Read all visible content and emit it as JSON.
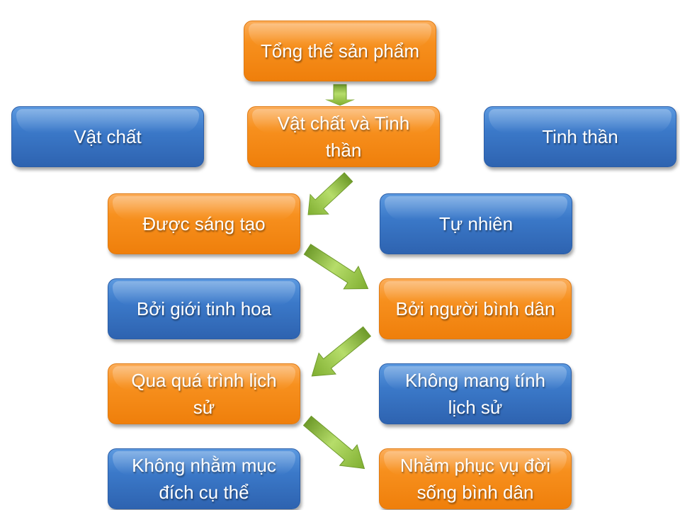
{
  "diagram": {
    "colors": {
      "orange": "#f7901e",
      "blue": "#3b79c9",
      "arrow_green": "#8cbf3a",
      "background": "#ffffff"
    },
    "nodes": [
      {
        "id": "tong-the",
        "label": "Tổng thể sản phẩm",
        "color": "orange"
      },
      {
        "id": "vat-chat-va-tinh-than",
        "label": "Vật chất và Tinh thần",
        "color": "orange"
      },
      {
        "id": "vat-chat",
        "label": "Vật chất",
        "color": "blue"
      },
      {
        "id": "tinh-than",
        "label": "Tinh thần",
        "color": "blue"
      },
      {
        "id": "duoc-sang-tao",
        "label": "Được sáng tạo",
        "color": "orange"
      },
      {
        "id": "tu-nhien",
        "label": "Tự nhiên",
        "color": "blue"
      },
      {
        "id": "boi-gioi-tinh-hoa",
        "label": "Bởi giới tinh hoa",
        "color": "blue"
      },
      {
        "id": "boi-nguoi-binh-dan",
        "label": "Bởi người bình dân",
        "color": "orange"
      },
      {
        "id": "qua-qua-trinh-lich-su",
        "label": "Qua quá trình lịch sử",
        "color": "orange"
      },
      {
        "id": "khong-mang-tinh-lich-su",
        "label": "Không mang tính lịch sử",
        "color": "blue"
      },
      {
        "id": "khong-nham-muc-dich",
        "label": "Không nhằm mục đích cụ thể",
        "color": "blue"
      },
      {
        "id": "nham-phuc-vu",
        "label": "Nhằm phục vụ đời sống bình dân",
        "color": "orange"
      }
    ],
    "edges": [
      {
        "from": "tong-the",
        "to": "vat-chat-va-tinh-than",
        "direction": "down"
      },
      {
        "from": "vat-chat-va-tinh-than",
        "to": "duoc-sang-tao",
        "direction": "down-left"
      },
      {
        "from": "duoc-sang-tao",
        "to": "boi-nguoi-binh-dan",
        "direction": "down-right"
      },
      {
        "from": "boi-nguoi-binh-dan",
        "to": "qua-qua-trinh-lich-su",
        "direction": "down-left"
      },
      {
        "from": "qua-qua-trinh-lich-su",
        "to": "nham-phuc-vu",
        "direction": "down-right"
      }
    ]
  }
}
